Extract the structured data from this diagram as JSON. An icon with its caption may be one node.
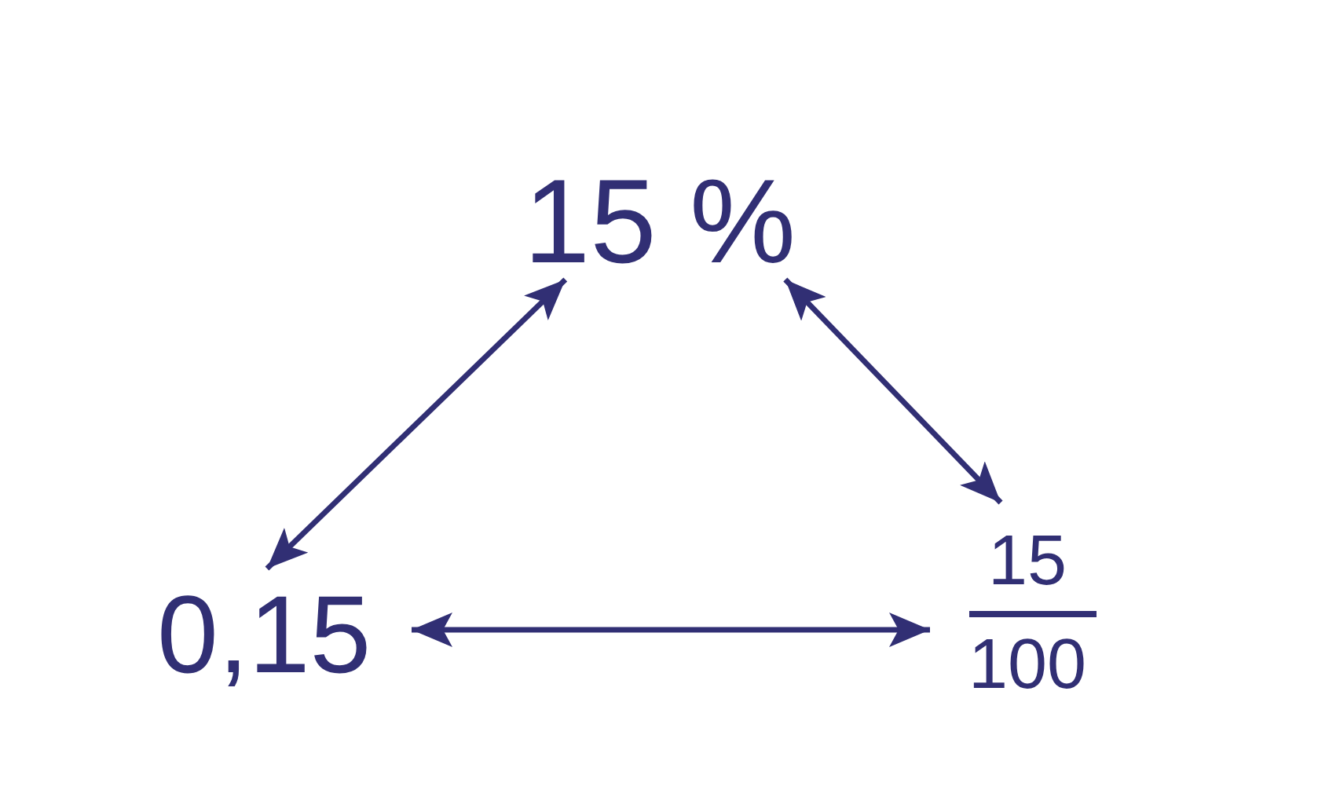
{
  "diagram": {
    "nodes": [
      {
        "text": [
          "15 %"
        ]
      },
      {
        "text": [
          "0,15"
        ]
      },
      {
        "text": [
          "15",
          "100"
        ]
      }
    ],
    "edges": [
      {
        "from": 0,
        "to": 1,
        "arrow": "both"
      },
      {
        "from": 0,
        "to": 2,
        "arrow": "both"
      },
      {
        "from": 1,
        "to": 2,
        "arrow": "both"
      }
    ]
  }
}
